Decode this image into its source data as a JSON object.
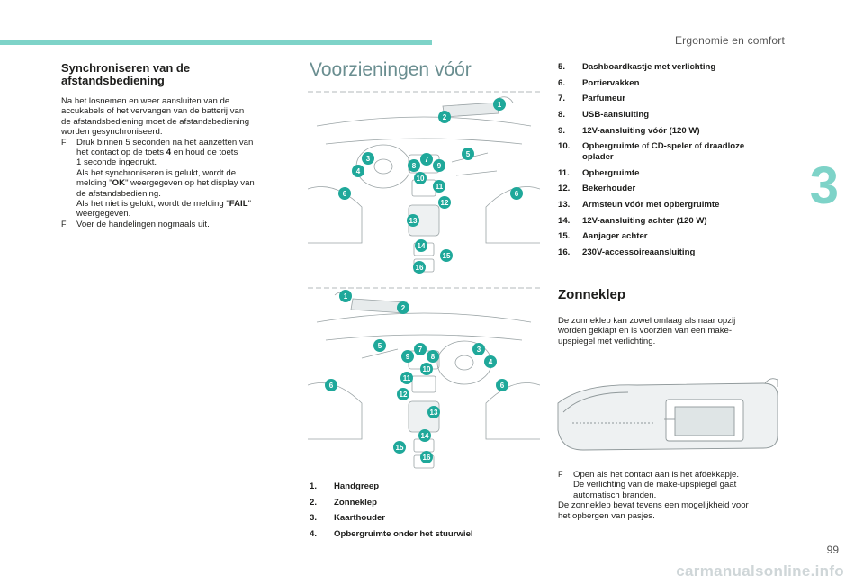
{
  "header": {
    "section": "Ergonomie en comfort",
    "chapter": "3",
    "page_number": "99"
  },
  "watermark": "carmanualsonline.info",
  "sync": {
    "title_line1": "Synchroniseren van de",
    "title_line2": "afstandsbediening",
    "intro_lines": [
      "Na het losnemen en weer aansluiten van de",
      "accukabels of het vervangen van de batterij van",
      "de afstandsbediening moet de afstandsbediening",
      "worden gesynchroniseerd."
    ],
    "bullet_mark": "F",
    "b1_l1": "Druk binnen 5 seconden na het aanzetten van",
    "b1_l2": "het contact op de toets",
    "b1_key": "4",
    "b1_l2b": "en houd de toets",
    "b1_l3": "1 seconde ingedrukt.",
    "b1_l4": "Als het synchroniseren is gelukt, wordt de",
    "b1_l5a": "melding \"",
    "b1_ok": "OK",
    "b1_l5b": "\" weergegeven op het display van",
    "b1_l6": "de afstandsbediening.",
    "b1_l7a": "Als het niet is gelukt, wordt de melding \"",
    "b1_fail": "FAIL",
    "b1_l7b": "\"",
    "b1_l8": "weergegeven.",
    "b2": "Voer de handelingen nogmaals uit."
  },
  "voorzieningen": {
    "title": "Voorzieningen vóór",
    "diagram_labels": [
      "1",
      "2",
      "3",
      "4",
      "5",
      "6",
      "7",
      "8",
      "9",
      "10",
      "11",
      "12",
      "13",
      "14",
      "15",
      "16"
    ],
    "items_left": [
      {
        "num": "1.",
        "text": "Handgreep"
      },
      {
        "num": "2.",
        "text": "Zonneklep"
      },
      {
        "num": "3.",
        "text": "Kaarthouder"
      },
      {
        "num": "4.",
        "text": "Opbergruimte onder het stuurwiel"
      }
    ],
    "items_right": [
      {
        "num": "5.",
        "text": "Dashboardkastje met verlichting"
      },
      {
        "num": "6.",
        "text": "Portiervakken"
      },
      {
        "num": "7.",
        "text": "Parfumeur"
      },
      {
        "num": "8.",
        "text": "USB-aansluiting"
      },
      {
        "num": "9.",
        "text": "12V-aansluiting vóór (120 W)"
      }
    ],
    "item10": {
      "num": "10.",
      "a": "Opbergruimte",
      "of1": " of ",
      "b": "CD-speler",
      "of2": " of ",
      "c": "draadloze",
      "d": "oplader"
    },
    "items_right2": [
      {
        "num": "11.",
        "text": "Opbergruimte"
      },
      {
        "num": "12.",
        "text": "Bekerhouder"
      },
      {
        "num": "13.",
        "text": "Armsteun vóór met opbergruimte"
      },
      {
        "num": "14.",
        "text": "12V-aansluiting achter (120 W)"
      },
      {
        "num": "15.",
        "text": "Aanjager achter"
      },
      {
        "num": "16.",
        "text": "230V-accessoireaansluiting"
      }
    ]
  },
  "zonneklep": {
    "title": "Zonneklep",
    "para_lines": [
      "De zonneklep kan zowel omlaag als naar opzij",
      "worden geklapt en is voorzien van een make-",
      "upspiegel met verlichting."
    ],
    "bullet_mark": "F",
    "b1_l1": "Open als het contact aan is het afdekkapje.",
    "b1_l2": "De verlichting van de make-upspiegel gaat",
    "b1_l3": "automatisch branden.",
    "after_l1": "De zonneklep bevat tevens een mogelijkheid voor",
    "after_l2": "het opbergen van pasjes."
  },
  "colors": {
    "accent": "#7ed3c8",
    "label": "#1fa89a",
    "title_grey": "#6a8e90"
  }
}
